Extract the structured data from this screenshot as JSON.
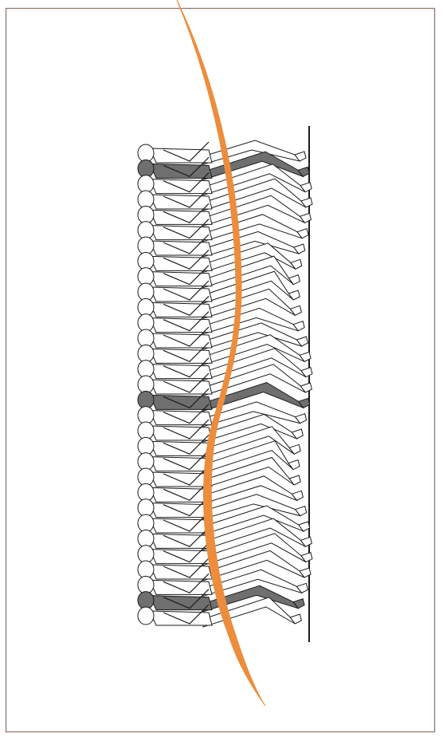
{
  "figure": {
    "frame_color": "#8c7b73",
    "figure_fill": "#ffffff",
    "highlight_fill": "#6f6f6f",
    "outline_color": "#1a1a1a",
    "curve_color": "#ec8d3e",
    "highlighted_poses": [
      1,
      16,
      29
    ]
  }
}
